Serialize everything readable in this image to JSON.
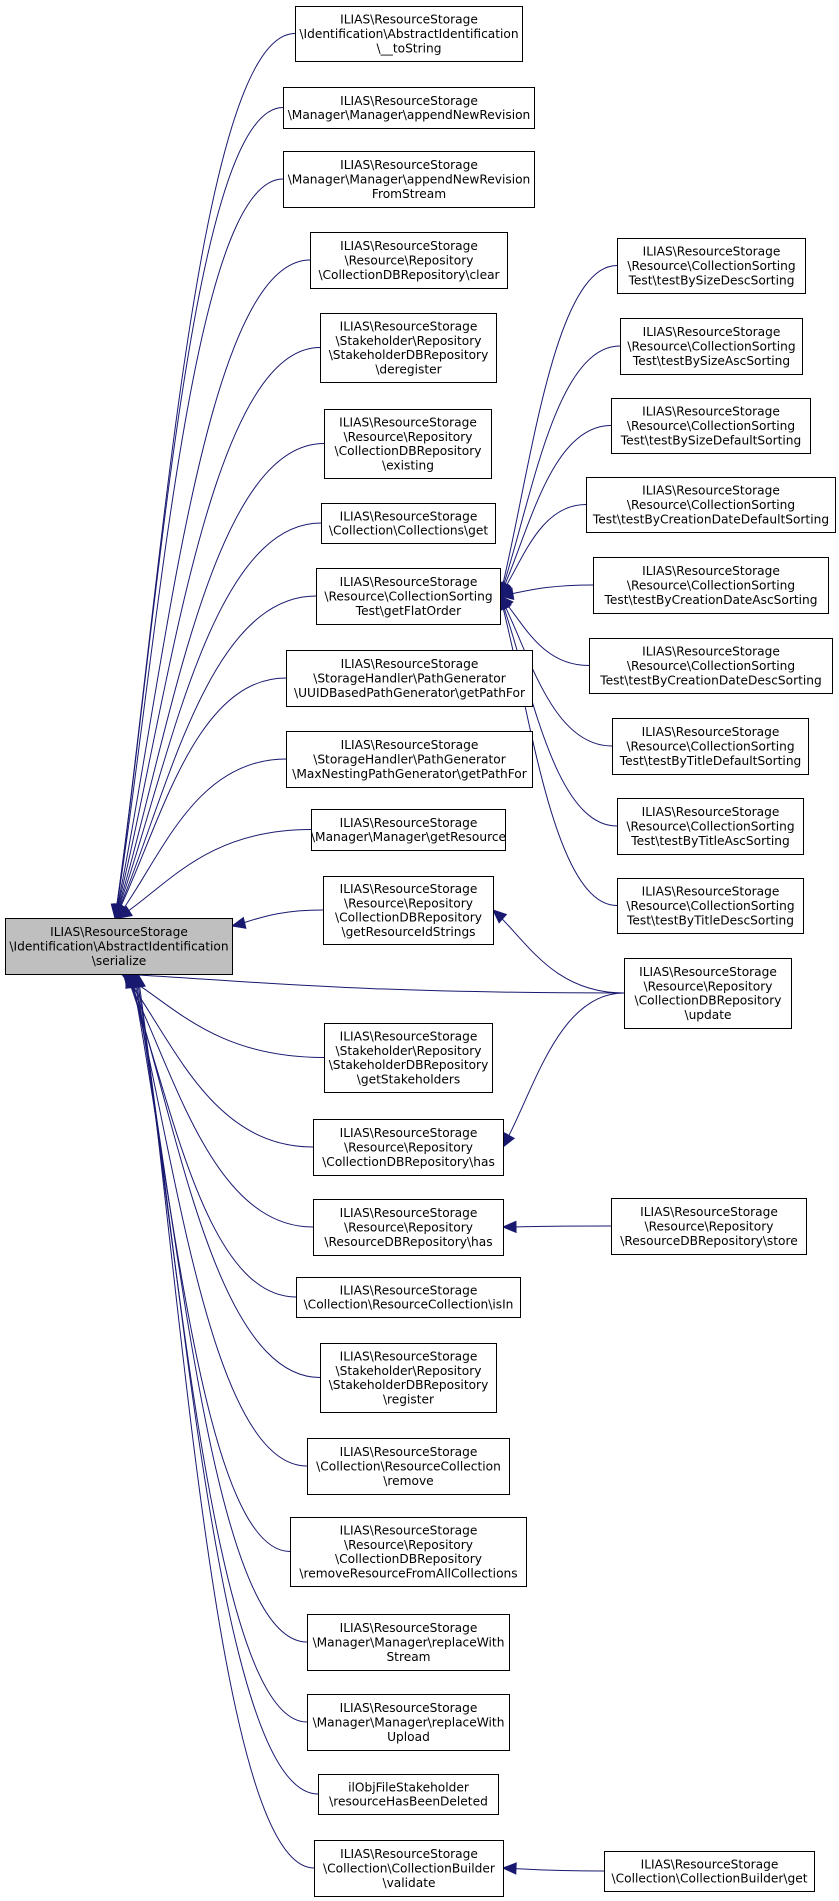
{
  "root": {
    "id": "root",
    "lines": [
      "ILIAS\\ResourceStorage",
      "\\Identification\\AbstractIdentification",
      "\\serialize"
    ],
    "highlight_color": "#bfbfbf"
  },
  "edge_color": "#191970",
  "nodes": [
    {
      "id": "tostring",
      "lines": [
        "ILIAS\\ResourceStorage",
        "\\Identification\\AbstractIdentification",
        "\\__toString"
      ]
    },
    {
      "id": "appendNewRevision",
      "lines": [
        "ILIAS\\ResourceStorage",
        "\\Manager\\Manager\\appendNewRevision"
      ]
    },
    {
      "id": "appendNewRevisionFromStream",
      "lines": [
        "ILIAS\\ResourceStorage",
        "\\Manager\\Manager\\appendNewRevision",
        "FromStream"
      ]
    },
    {
      "id": "clear",
      "lines": [
        "ILIAS\\ResourceStorage",
        "\\Resource\\Repository",
        "\\CollectionDBRepository\\clear"
      ]
    },
    {
      "id": "deregister",
      "lines": [
        "ILIAS\\ResourceStorage",
        "\\Stakeholder\\Repository",
        "\\StakeholderDBRepository",
        "\\deregister"
      ]
    },
    {
      "id": "existing",
      "lines": [
        "ILIAS\\ResourceStorage",
        "\\Resource\\Repository",
        "\\CollectionDBRepository",
        "\\existing"
      ]
    },
    {
      "id": "collectionsGet",
      "lines": [
        "ILIAS\\ResourceStorage",
        "\\Collection\\Collections\\get"
      ]
    },
    {
      "id": "getFlatOrder",
      "lines": [
        "ILIAS\\ResourceStorage",
        "\\Resource\\CollectionSorting",
        "Test\\getFlatOrder"
      ]
    },
    {
      "id": "uuidPath",
      "lines": [
        "ILIAS\\ResourceStorage",
        "\\StorageHandler\\PathGenerator",
        "\\UUIDBasedPathGenerator\\getPathFor"
      ]
    },
    {
      "id": "maxNestingPath",
      "lines": [
        "ILIAS\\ResourceStorage",
        "\\StorageHandler\\PathGenerator",
        "\\MaxNestingPathGenerator\\getPathFor"
      ]
    },
    {
      "id": "getResource",
      "lines": [
        "ILIAS\\ResourceStorage",
        "\\Manager\\Manager\\getResource"
      ]
    },
    {
      "id": "getResourceIdStrings",
      "lines": [
        "ILIAS\\ResourceStorage",
        "\\Resource\\Repository",
        "\\CollectionDBRepository",
        "\\getResourceIdStrings"
      ]
    },
    {
      "id": "getStakeholders",
      "lines": [
        "ILIAS\\ResourceStorage",
        "\\Stakeholder\\Repository",
        "\\StakeholderDBRepository",
        "\\getStakeholders"
      ]
    },
    {
      "id": "collHas",
      "lines": [
        "ILIAS\\ResourceStorage",
        "\\Resource\\Repository",
        "\\CollectionDBRepository\\has"
      ]
    },
    {
      "id": "resHas",
      "lines": [
        "ILIAS\\ResourceStorage",
        "\\Resource\\Repository",
        "\\ResourceDBRepository\\has"
      ]
    },
    {
      "id": "isIn",
      "lines": [
        "ILIAS\\ResourceStorage",
        "\\Collection\\ResourceCollection\\isIn"
      ]
    },
    {
      "id": "register",
      "lines": [
        "ILIAS\\ResourceStorage",
        "\\Stakeholder\\Repository",
        "\\StakeholderDBRepository",
        "\\register"
      ]
    },
    {
      "id": "remove",
      "lines": [
        "ILIAS\\ResourceStorage",
        "\\Collection\\ResourceCollection",
        "\\remove"
      ]
    },
    {
      "id": "removeFromAll",
      "lines": [
        "ILIAS\\ResourceStorage",
        "\\Resource\\Repository",
        "\\CollectionDBRepository",
        "\\removeResourceFromAllCollections"
      ]
    },
    {
      "id": "replaceStream",
      "lines": [
        "ILIAS\\ResourceStorage",
        "\\Manager\\Manager\\replaceWith",
        "Stream"
      ]
    },
    {
      "id": "replaceUpload",
      "lines": [
        "ILIAS\\ResourceStorage",
        "\\Manager\\Manager\\replaceWith",
        "Upload"
      ]
    },
    {
      "id": "resourceDeleted",
      "lines": [
        "ilObjFileStakeholder",
        "\\resourceHasBeenDeleted"
      ]
    },
    {
      "id": "validate",
      "lines": [
        "ILIAS\\ResourceStorage",
        "\\Collection\\CollectionBuilder",
        "\\validate"
      ]
    },
    {
      "id": "t1",
      "lines": [
        "ILIAS\\ResourceStorage",
        "\\Resource\\CollectionSorting",
        "Test\\testBySizeDescSorting"
      ]
    },
    {
      "id": "t2",
      "lines": [
        "ILIAS\\ResourceStorage",
        "\\Resource\\CollectionSorting",
        "Test\\testBySizeAscSorting"
      ]
    },
    {
      "id": "t3",
      "lines": [
        "ILIAS\\ResourceStorage",
        "\\Resource\\CollectionSorting",
        "Test\\testBySizeDefaultSorting"
      ]
    },
    {
      "id": "t4",
      "lines": [
        "ILIAS\\ResourceStorage",
        "\\Resource\\CollectionSorting",
        "Test\\testByCreationDateDefaultSorting"
      ]
    },
    {
      "id": "t5",
      "lines": [
        "ILIAS\\ResourceStorage",
        "\\Resource\\CollectionSorting",
        "Test\\testByCreationDateAscSorting"
      ]
    },
    {
      "id": "t6",
      "lines": [
        "ILIAS\\ResourceStorage",
        "\\Resource\\CollectionSorting",
        "Test\\testByCreationDateDescSorting"
      ]
    },
    {
      "id": "t7",
      "lines": [
        "ILIAS\\ResourceStorage",
        "\\Resource\\CollectionSorting",
        "Test\\testByTitleDefaultSorting"
      ]
    },
    {
      "id": "t8",
      "lines": [
        "ILIAS\\ResourceStorage",
        "\\Resource\\CollectionSorting",
        "Test\\testByTitleAscSorting"
      ]
    },
    {
      "id": "t9",
      "lines": [
        "ILIAS\\ResourceStorage",
        "\\Resource\\CollectionSorting",
        "Test\\testByTitleDescSorting"
      ]
    },
    {
      "id": "update",
      "lines": [
        "ILIAS\\ResourceStorage",
        "\\Resource\\Repository",
        "\\CollectionDBRepository",
        "\\update"
      ]
    },
    {
      "id": "store",
      "lines": [
        "ILIAS\\ResourceStorage",
        "\\Resource\\Repository",
        "\\ResourceDBRepository\\store"
      ]
    },
    {
      "id": "builderGet",
      "lines": [
        "ILIAS\\ResourceStorage",
        "\\Collection\\CollectionBuilder\\get"
      ]
    }
  ],
  "edges": [
    {
      "from": "tostring",
      "to": "root"
    },
    {
      "from": "appendNewRevision",
      "to": "root"
    },
    {
      "from": "appendNewRevisionFromStream",
      "to": "root"
    },
    {
      "from": "clear",
      "to": "root"
    },
    {
      "from": "deregister",
      "to": "root"
    },
    {
      "from": "existing",
      "to": "root"
    },
    {
      "from": "collectionsGet",
      "to": "root"
    },
    {
      "from": "getFlatOrder",
      "to": "root"
    },
    {
      "from": "uuidPath",
      "to": "root"
    },
    {
      "from": "maxNestingPath",
      "to": "root"
    },
    {
      "from": "getResource",
      "to": "root"
    },
    {
      "from": "getResourceIdStrings",
      "to": "root"
    },
    {
      "from": "update",
      "to": "root"
    },
    {
      "from": "getStakeholders",
      "to": "root"
    },
    {
      "from": "collHas",
      "to": "root"
    },
    {
      "from": "resHas",
      "to": "root"
    },
    {
      "from": "isIn",
      "to": "root"
    },
    {
      "from": "register",
      "to": "root"
    },
    {
      "from": "remove",
      "to": "root"
    },
    {
      "from": "removeFromAll",
      "to": "root"
    },
    {
      "from": "replaceStream",
      "to": "root"
    },
    {
      "from": "replaceUpload",
      "to": "root"
    },
    {
      "from": "resourceDeleted",
      "to": "root"
    },
    {
      "from": "validate",
      "to": "root"
    },
    {
      "from": "t1",
      "to": "getFlatOrder"
    },
    {
      "from": "t2",
      "to": "getFlatOrder"
    },
    {
      "from": "t3",
      "to": "getFlatOrder"
    },
    {
      "from": "t4",
      "to": "getFlatOrder"
    },
    {
      "from": "t5",
      "to": "getFlatOrder"
    },
    {
      "from": "t6",
      "to": "getFlatOrder"
    },
    {
      "from": "t7",
      "to": "getFlatOrder"
    },
    {
      "from": "t8",
      "to": "getFlatOrder"
    },
    {
      "from": "t9",
      "to": "getFlatOrder"
    },
    {
      "from": "update",
      "to": "getResourceIdStrings"
    },
    {
      "from": "update",
      "to": "collHas"
    },
    {
      "from": "store",
      "to": "resHas"
    },
    {
      "from": "builderGet",
      "to": "validate"
    }
  ]
}
